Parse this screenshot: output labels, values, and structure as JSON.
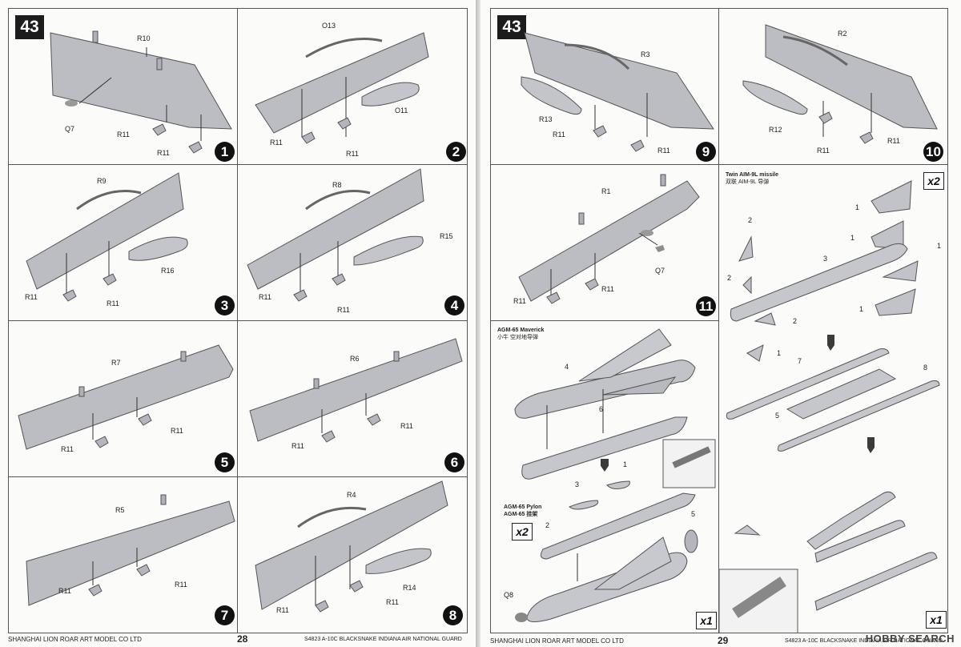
{
  "step_badge": "43",
  "left_page": {
    "footer_company": "SHANGHAI LION ROAR ART MODEL CO LTD",
    "page_number": "28",
    "footer_kit": "S4823 A-10C BLACKSNAKE INDIANA AIR NATIONAL GUARD",
    "steps": [
      {
        "num": "1",
        "labels": [
          "R10",
          "Q7",
          "R11",
          "R11"
        ]
      },
      {
        "num": "2",
        "labels": [
          "O13",
          "O11",
          "R11",
          "R11"
        ]
      },
      {
        "num": "3",
        "labels": [
          "R9",
          "R16",
          "R11",
          "R11"
        ]
      },
      {
        "num": "4",
        "labels": [
          "R8",
          "R15",
          "R11",
          "R11"
        ]
      },
      {
        "num": "5",
        "labels": [
          "R7",
          "R11",
          "R11"
        ]
      },
      {
        "num": "6",
        "labels": [
          "R6",
          "R11",
          "R11"
        ]
      },
      {
        "num": "7",
        "labels": [
          "R5",
          "R11",
          "R11"
        ]
      },
      {
        "num": "8",
        "labels": [
          "R4",
          "R14",
          "R11",
          "R11"
        ]
      }
    ]
  },
  "right_page": {
    "footer_company": "SHANGHAI LION ROAR ART MODEL CO LTD",
    "page_number": "29",
    "footer_kit": "S4823 A-10C BLACKSNAKE INDIANA AIR NATIONAL GUARD",
    "steps": [
      {
        "num": "9",
        "labels": [
          "R3",
          "R13",
          "R11",
          "R11"
        ]
      },
      {
        "num": "10",
        "labels": [
          "R2",
          "R12",
          "R11",
          "R11"
        ]
      },
      {
        "num": "11",
        "labels": [
          "R1",
          "Q7",
          "R11",
          "R11"
        ]
      }
    ],
    "aim9": {
      "title_en": "Twin AIM-9L missile",
      "title_cn": "双联 AIM-9L 导弹",
      "qty": "x2",
      "labels": [
        "1",
        "2",
        "1",
        "1",
        "3",
        "1",
        "2",
        "2",
        "1",
        "2",
        "7",
        "8",
        "5"
      ]
    },
    "agm65": {
      "title_en": "AGM-65 Maverick",
      "title_cn": "小牛 空对地导弹",
      "pylon_en": "AGM-65 Pylon",
      "pylon_cn": "AGM-65 挂架",
      "qty": "x2",
      "labels": [
        "4",
        "6",
        "3",
        "1",
        "2",
        "5",
        "Q8"
      ],
      "qty_final": "x1"
    },
    "aim9_final_qty": "x1"
  },
  "watermark": "HOBBY SEARCH"
}
